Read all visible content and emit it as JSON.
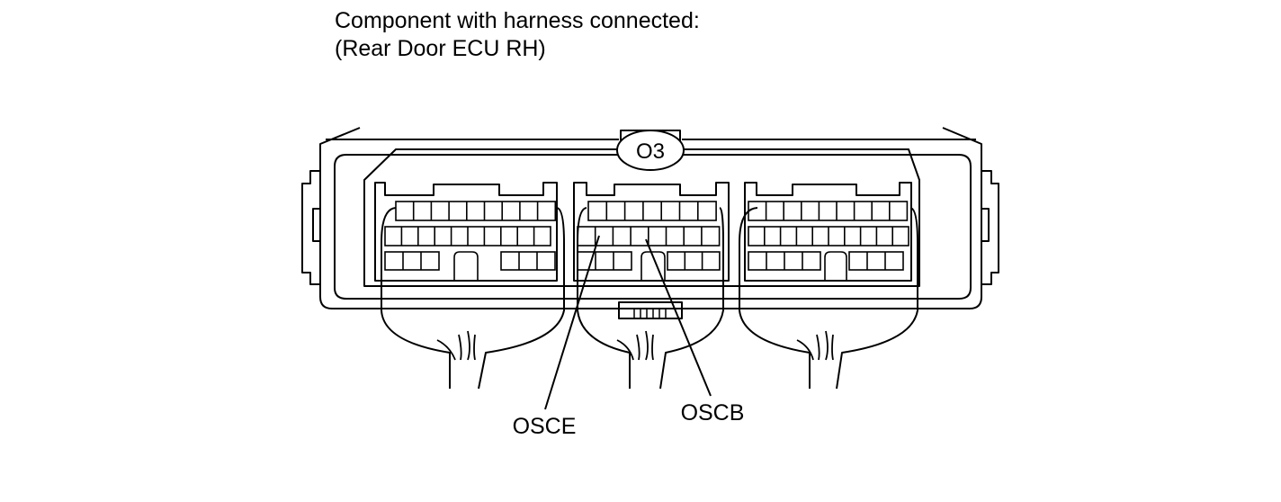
{
  "caption": {
    "line1": "Component with harness connected:",
    "line2": "(Rear Door ECU RH)"
  },
  "connector": {
    "id": "O3"
  },
  "callouts": {
    "left": "OSCE",
    "right": "OSCB"
  },
  "colors": {
    "stroke": "#000000",
    "background": "#ffffff"
  }
}
